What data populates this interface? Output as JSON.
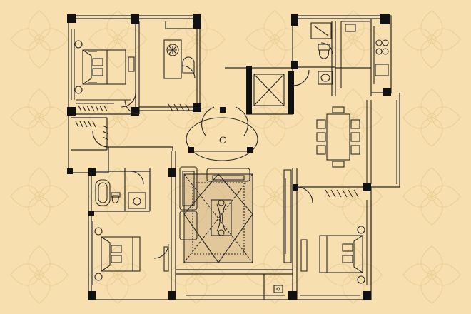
{
  "floor_plan": {
    "entrance_label": "C",
    "colors": {
      "background": "#f7dfaf",
      "wall": "#111111",
      "line": "#2a2a2a",
      "rug": "#c8ab80"
    },
    "rooms": [
      {
        "id": "bedroom-northwest",
        "furniture": [
          "double-bed",
          "nightstand",
          "wardrobe"
        ]
      },
      {
        "id": "study",
        "furniture": [
          "desk",
          "chair",
          "round-plant"
        ]
      },
      {
        "id": "bathroom-north",
        "furniture": [
          "shower",
          "toilet",
          "washbasin"
        ]
      },
      {
        "id": "kitchen",
        "furniture": [
          "counter",
          "stove",
          "sink"
        ]
      },
      {
        "id": "elevator-shaft",
        "furniture": []
      },
      {
        "id": "dining-room",
        "furniture": [
          "dining-table",
          "six-chairs"
        ]
      },
      {
        "id": "living-room",
        "furniture": [
          "sofa",
          "armchairs",
          "coffee-table",
          "rug",
          "tv-cabinet"
        ]
      },
      {
        "id": "bathroom-west",
        "furniture": [
          "bathtub",
          "toilet",
          "washbasin"
        ]
      },
      {
        "id": "bedroom-southwest",
        "furniture": [
          "double-bed",
          "nightstand"
        ]
      },
      {
        "id": "master-bedroom",
        "furniture": [
          "double-bed",
          "nightstand",
          "wardrobe"
        ]
      },
      {
        "id": "foyer",
        "furniture": []
      }
    ]
  }
}
